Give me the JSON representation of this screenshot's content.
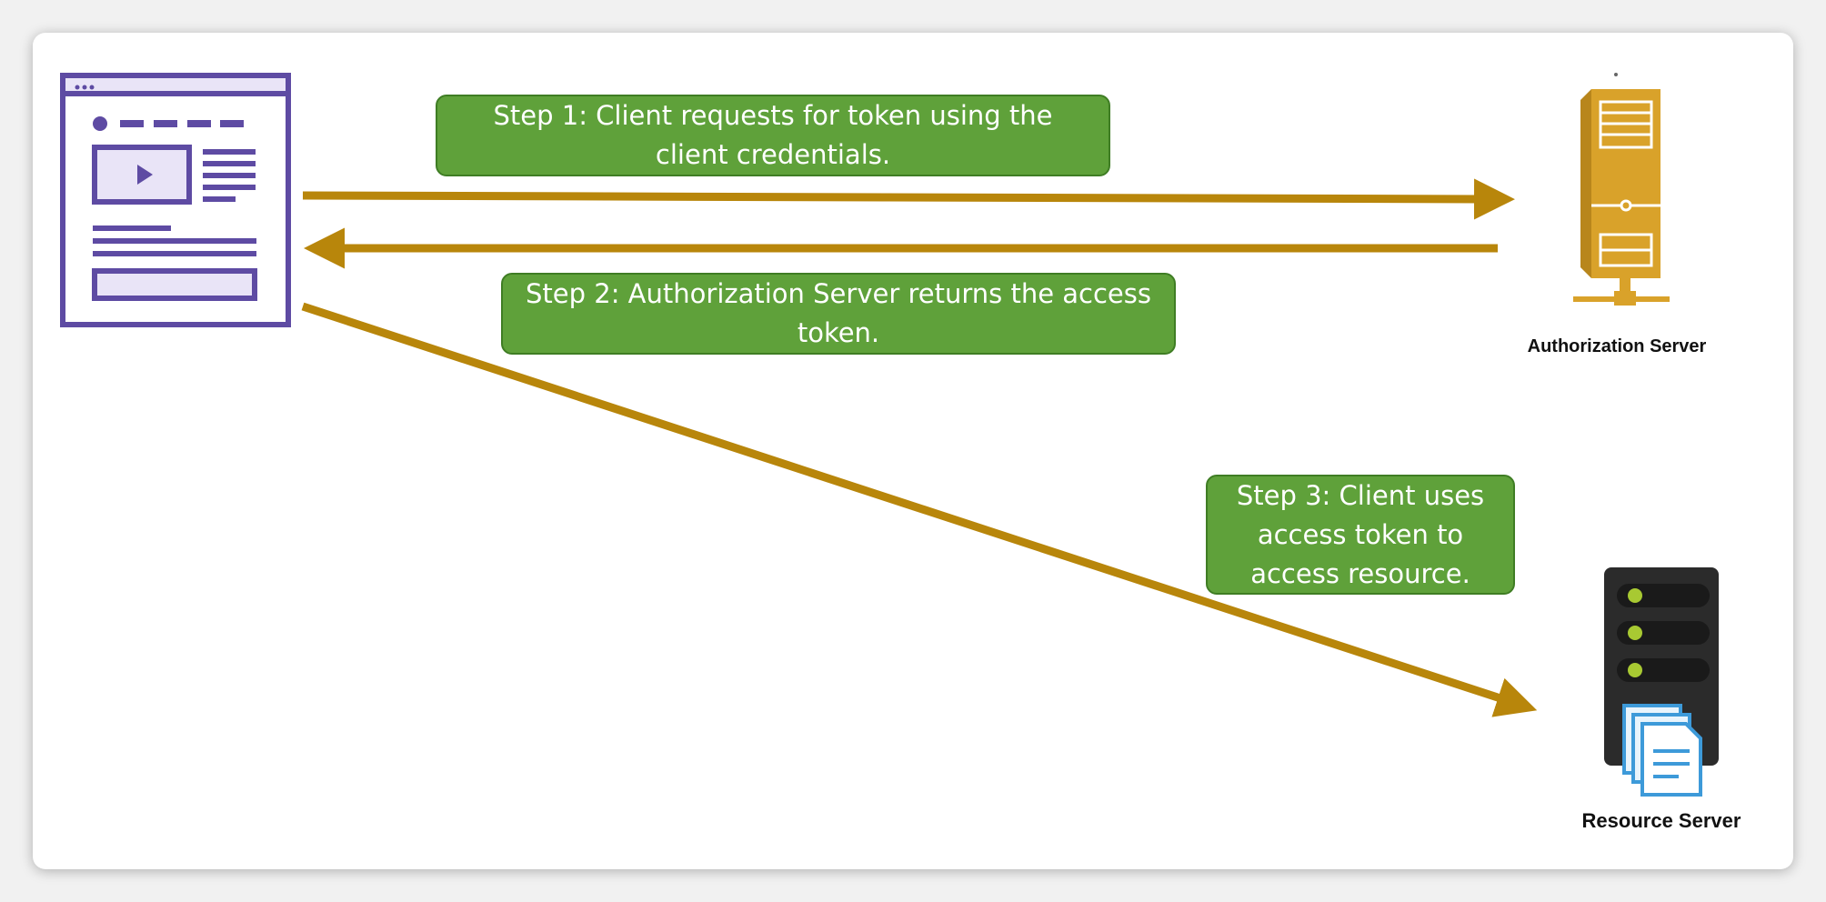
{
  "diagram": {
    "client": {
      "icon": "web-page-icon"
    },
    "authorization_server": {
      "label": "Authorization Server",
      "icon": "server-tower-icon"
    },
    "resource_server": {
      "label": "Resource Server",
      "icon": "server-rack-documents-icon"
    },
    "steps": [
      {
        "text": "Step 1: Client requests for token using the client credentials."
      },
      {
        "text": "Step 2: Authorization Server returns the access token."
      },
      {
        "text": "Step 3: Client uses access token to access resource."
      }
    ],
    "colors": {
      "arrow": "#b8860b",
      "step_box": "#5fa13a",
      "client_outline": "#5e4ba3",
      "client_fill": "#e9e4f7",
      "auth_server": "#d9a22a",
      "resource_server": "#2b2b2b",
      "status_led": "#a8c932",
      "documents": "#3d9ad9"
    }
  }
}
